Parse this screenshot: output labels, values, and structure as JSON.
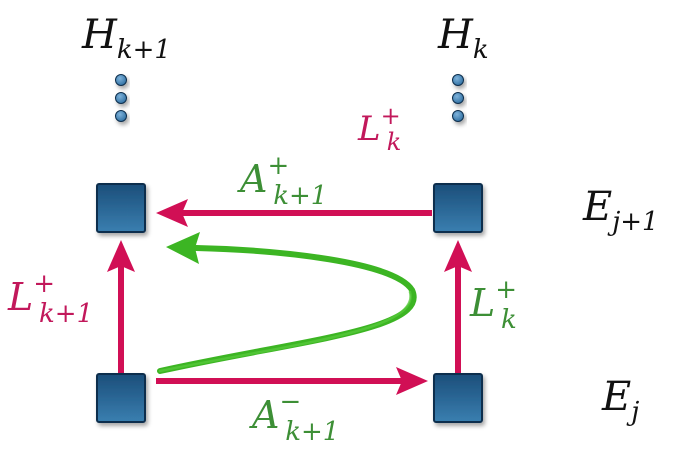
{
  "columns": [
    {
      "id": "left",
      "main": "H",
      "sub": "k+1"
    },
    {
      "id": "right",
      "main": "H",
      "sub": "k"
    }
  ],
  "rows": [
    {
      "id": "top",
      "main": "E",
      "sub": "j+1"
    },
    {
      "id": "bottom",
      "main": "E",
      "sub": "j"
    }
  ],
  "arrows": {
    "top": {
      "main": "A",
      "sup": "+",
      "sub": "k+1",
      "color": "#3d8f36",
      "line_color": "#d10f55"
    },
    "left": {
      "main": "L",
      "sup": "+",
      "sub": "k+1",
      "color": "#c2185b",
      "line_color": "#d10f55"
    },
    "right": {
      "main": "L",
      "sup": "+",
      "sub": "k",
      "color": "#3d8f36",
      "line_color": "#d10f55"
    },
    "bottom": {
      "main": "A",
      "sup": "−",
      "sub": "k+1",
      "color": "#3d8f36",
      "line_color": "#d10f55"
    },
    "right_upper": {
      "main": "L",
      "sup": "+",
      "sub": "k",
      "color": "#c2185b"
    },
    "curve": {
      "color": "#3cb523"
    }
  },
  "colors": {
    "node_top": "#1b4e7a",
    "node_bottom": "#3a7fb0",
    "node_border": "#0f2f4d",
    "dots": "#2c6da0",
    "text": "#111111"
  }
}
